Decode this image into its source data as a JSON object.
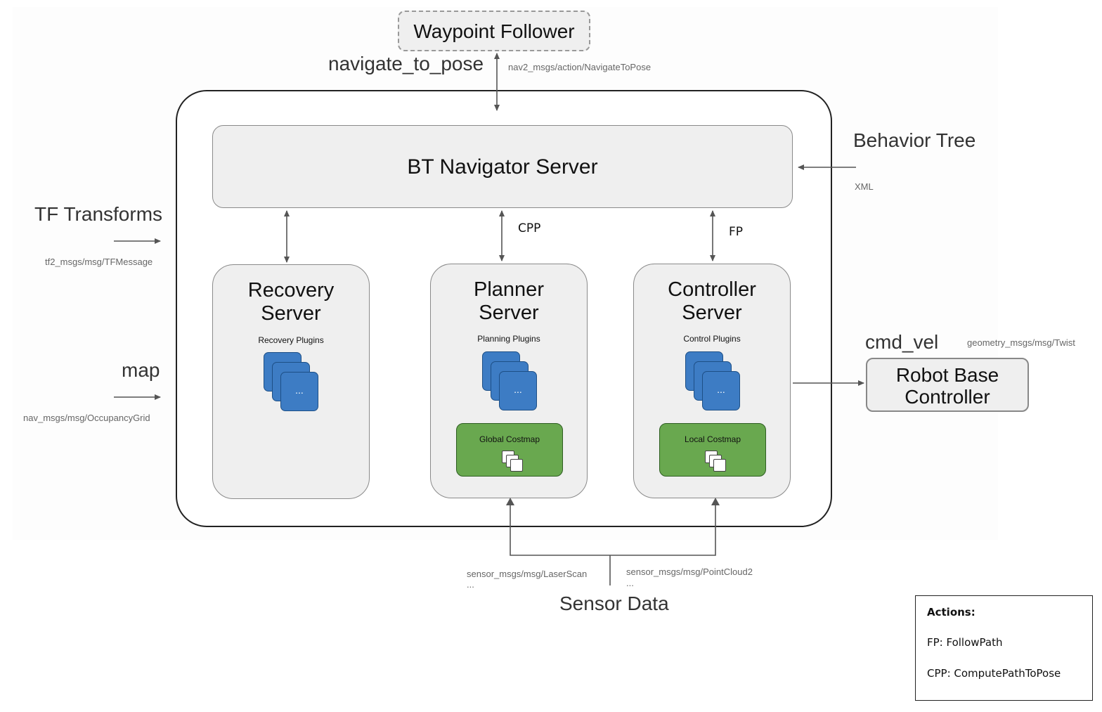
{
  "waypoint_follower": {
    "label": "Waypoint Follower"
  },
  "navigate_to_pose": {
    "label": "navigate_to_pose",
    "msg": "nav2_msgs/action/NavigateToPose"
  },
  "bt_navigator": {
    "label": "BT Navigator Server"
  },
  "behavior_tree": {
    "label": "Behavior Tree",
    "format": "XML"
  },
  "tf": {
    "label": "TF Transforms",
    "msg": "tf2_msgs/msg/TFMessage"
  },
  "map": {
    "label": "map",
    "msg": "nav_msgs/msg/OccupancyGrid"
  },
  "actions_inline": {
    "cpp": "CPP",
    "fp": "FP"
  },
  "recovery": {
    "title_line1": "Recovery",
    "title_line2": "Server",
    "plugins": "Recovery Plugins",
    "ellipsis": "..."
  },
  "planner": {
    "title_line1": "Planner",
    "title_line2": "Server",
    "plugins": "Planning Plugins",
    "ellipsis": "...",
    "costmap": "Global Costmap"
  },
  "controller": {
    "title_line1": "Controller",
    "title_line2": "Server",
    "plugins": "Control Plugins",
    "ellipsis": "...",
    "costmap": "Local Costmap"
  },
  "cmd_vel": {
    "label": "cmd_vel",
    "msg": "geometry_msgs/msg/Twist"
  },
  "robot_base": {
    "line1": "Robot Base",
    "line2": "Controller"
  },
  "sensor": {
    "label": "Sensor Data",
    "msg_left": "sensor_msgs/msg/LaserScan",
    "msg_left_more": "...",
    "msg_right": "sensor_msgs/msg/PointCloud2",
    "msg_right_more": "..."
  },
  "legend": {
    "title": "Actions:",
    "fp": "FP: FollowPath",
    "cpp": "CPP: ComputePathToPose"
  },
  "colors": {
    "plugin_blue": "#3d7cc4",
    "costmap_green": "#69a84f",
    "box_fill": "#efefef"
  }
}
